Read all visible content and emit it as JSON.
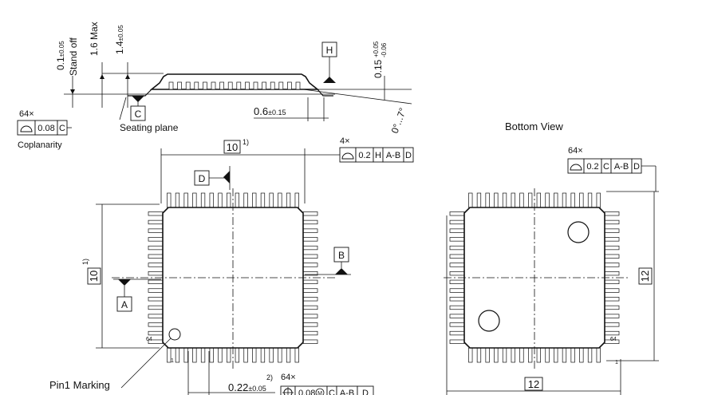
{
  "side_view": {
    "dim_standoff": "0.1",
    "dim_standoff_tol": "±0.05",
    "standoff_label": "Stand off",
    "dim_max_height": "1.6 Max",
    "dim_body_height": "1.4",
    "dim_body_height_tol": "±0.05",
    "datum_h": "H",
    "datum_c": "C",
    "dim_lead_thickness": "0.15",
    "dim_lead_thickness_tol_plus": "+0.05",
    "dim_lead_thickness_tol_minus": "-0.06",
    "dim_foot_length": "0.6",
    "dim_foot_length_tol": "±0.15",
    "lead_angle": "0°...7°",
    "seating_plane_label": "Seating plane",
    "coplanarity_count": "64×",
    "coplanarity_value": "0.08",
    "coplanarity_datum": "C",
    "coplanarity_label": "Coplanarity"
  },
  "top_view": {
    "width_dim": "10",
    "width_note": "1)",
    "height_dim": "10",
    "height_note": "1)",
    "datum_d": "D",
    "datum_b": "B",
    "datum_a": "A",
    "profile_count": "4×",
    "profile_value": "0.2",
    "profile_datums": [
      "H",
      "A-B",
      "D"
    ],
    "pin_64_label": "64",
    "pin_1_label": "1",
    "pin1_marking_label": "Pin1 Marking",
    "lead_width": "0.22",
    "lead_width_tol": "±0.05",
    "lead_width_note": "2)",
    "position_count": "64×",
    "position_value": "0.08",
    "position_modifier": "M",
    "position_datums": [
      "C",
      "A-B",
      "D"
    ]
  },
  "bottom_view": {
    "title": "Bottom View",
    "profile_count": "64×",
    "profile_value": "0.2",
    "profile_datums": [
      "C",
      "A-B",
      "D"
    ],
    "height_dim": "12",
    "width_dim": "12",
    "pin_64_label": "64",
    "pin_1_label": "1"
  }
}
